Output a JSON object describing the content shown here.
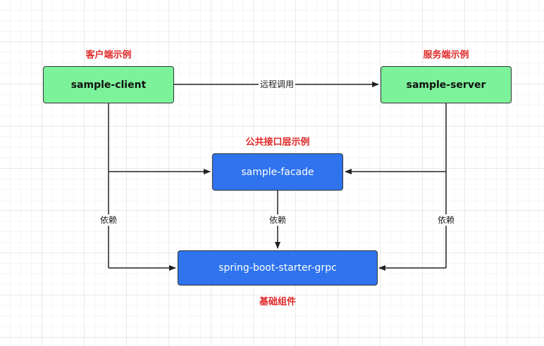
{
  "colors": {
    "caption_red": "#e02828",
    "green_node": "#7cf29a",
    "blue_node": "#2f73ee",
    "line": "#222222"
  },
  "captions": {
    "client": "客户端示例",
    "server": "服务端示例",
    "facade": "公共接口层示例",
    "base": "基础组件"
  },
  "nodes": {
    "client": "sample-client",
    "server": "sample-server",
    "facade": "sample-facade",
    "starter": "spring-boot-starter-grpc"
  },
  "edges": {
    "remote_call": "远程调用",
    "depends_left": "依赖",
    "depends_center": "依赖",
    "depends_right": "依赖"
  }
}
